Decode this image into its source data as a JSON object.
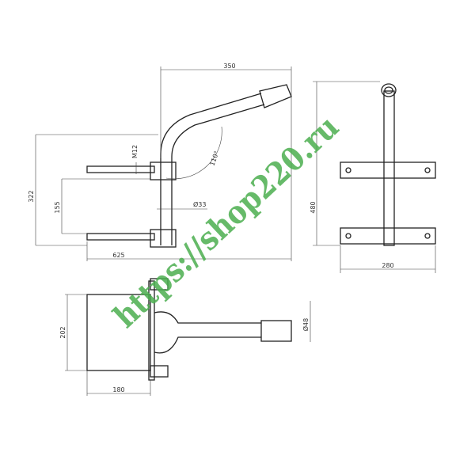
{
  "dimensions": {
    "side_width": "350",
    "side_height": "322",
    "bolt": "M12",
    "clamp_spacing": "155",
    "angle": "110°",
    "pipe_diameter": "Ø33",
    "total_length": "625",
    "front_height": "480",
    "front_width": "280",
    "top_height": "202",
    "top_width": "180",
    "sleeve_diameter": "Ø48"
  },
  "watermark": "https://shop220.ru"
}
